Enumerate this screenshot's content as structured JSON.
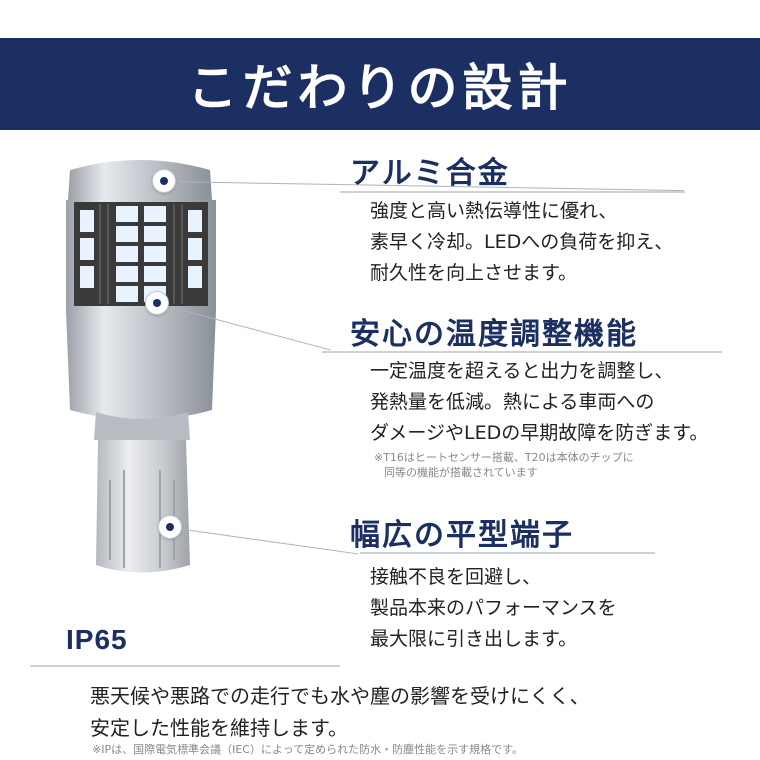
{
  "banner": {
    "title": "こだわりの設計"
  },
  "sections": [
    {
      "heading": "アルミ合金",
      "lines": [
        "強度と高い熱伝導性に優れ、",
        "素早く冷却。LEDへの負荷を抑え、",
        "耐久性を向上させます。"
      ]
    },
    {
      "heading": "安心の温度調整機能",
      "lines": [
        "一定温度を超えると出力を調整し、",
        "発熱量を低減。熱による車両への",
        "ダメージやLEDの早期故障を防ぎます。"
      ],
      "note": [
        "※T16はヒートセンサー搭載、T20は本体のチップに",
        "同等の機能が搭載されています"
      ]
    },
    {
      "heading": "幅広の平型端子",
      "lines": [
        "接触不良を回避し、",
        "製品本来のパフォーマンスを",
        "最大限に引き出します。"
      ]
    }
  ],
  "ip": {
    "title": "IP65",
    "lines": [
      "悪天候や悪路での走行でも水や塵の影響を受けにくく、",
      "安定した性能を維持します。"
    ],
    "note": "※IPは、国際電気標準会議（IEC）によって定められた防水・防塵性能を示す規格です。"
  },
  "colors": {
    "navy": "#1b2f63",
    "divider": "#c9d2dd",
    "led": "#ffffff",
    "aluminum": "#c8ccd2"
  },
  "icons": {
    "marker": "circle-dot-marker-icon"
  }
}
